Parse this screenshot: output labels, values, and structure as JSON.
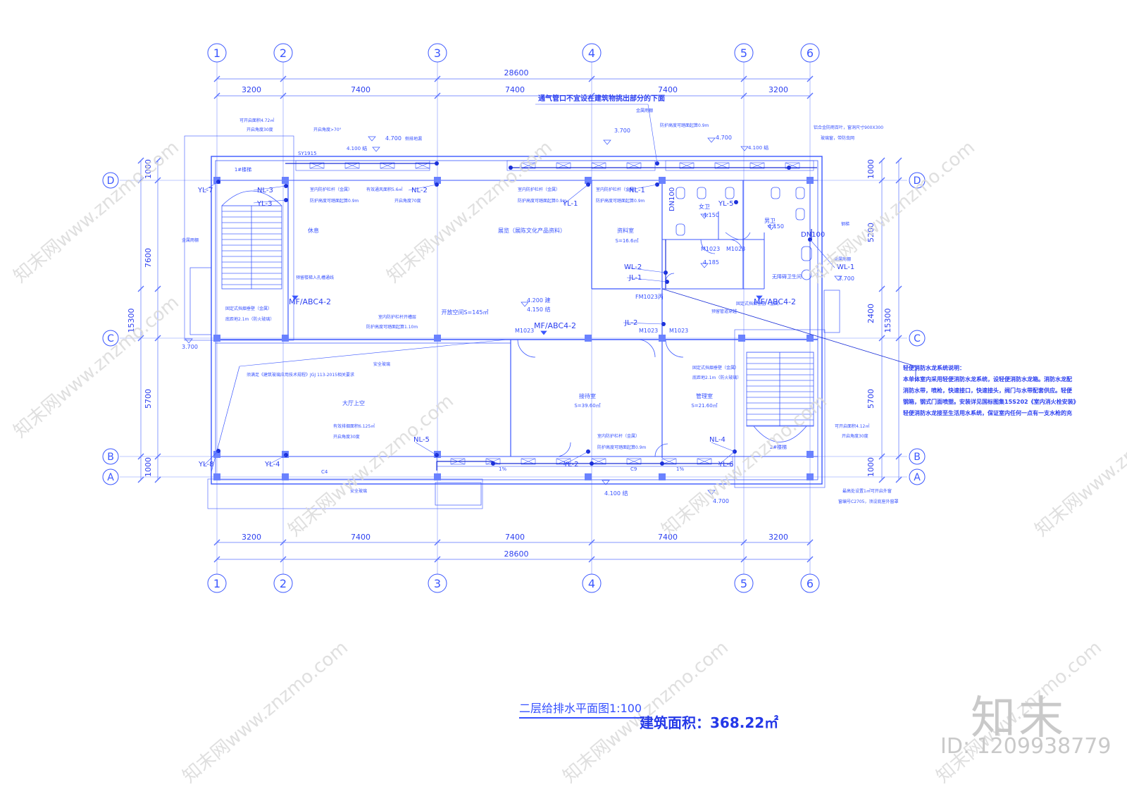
{
  "axes": {
    "columns": [
      "1",
      "2",
      "3",
      "4",
      "5",
      "6"
    ],
    "rows": [
      "D",
      "C",
      "B",
      "A"
    ]
  },
  "dimensions": {
    "total_width": "28600",
    "col_spans": [
      "3200",
      "7400",
      "7400",
      "7400",
      "3200"
    ],
    "left_spans": [
      "1000",
      "7600",
      "5700",
      "1000"
    ],
    "left_total": "15300",
    "right_spans": [
      "1000",
      "5200",
      "2400",
      "5700",
      "1000"
    ],
    "right_total": "15300"
  },
  "rooms": {
    "rest": "休息",
    "display": "展览（展陈文化产品资料）",
    "archive": "资料室",
    "archive_area": "S=16.6㎡",
    "open_space": "开放空间S=145㎡",
    "hall_above": "大厅上空",
    "reception": "接待室",
    "reception_area": "S=39.60㎡",
    "management": "管理室",
    "management_area": "S=21.60㎡",
    "female_wc": "女卫",
    "male_wc": "男卫",
    "accessible_wc": "无障碍卫生间",
    "stair1": "1#楼梯",
    "stair2": "2#楼梯"
  },
  "pipes": {
    "yl7": "YL-7",
    "nl3a": "NL-3",
    "yl3": "YL-3",
    "nl2": "NL-2",
    "yl1": "YL-1",
    "nl1": "NL-1",
    "yl5": "YL-5",
    "dn100a": "DN100",
    "dn100b": "DN100",
    "wl2": "WL-2",
    "jl1": "JL-1",
    "wl1": "WL-1",
    "jl2": "JL-2",
    "yl8": "YL-8",
    "yl4": "YL-4",
    "nl5": "NL-5",
    "yl2": "YL-2",
    "nl4": "NL-4",
    "yl6": "YL-6"
  },
  "extinguishers": {
    "mf1": "MF/ABC4-2",
    "mf2": "MF/ABC4-2",
    "mf3": "MF/ABC4-2"
  },
  "doors": {
    "m1023a": "M1023",
    "m1023b": "M1023",
    "m1023c": "M1023",
    "m1023d": "M1023",
    "m1023e": "M1023",
    "fm1023": "FM1023丙"
  },
  "elevations": {
    "e4700a": "4.700",
    "e4100a": "4.100 结",
    "e3700a": "3.700",
    "e4700b": "4.700",
    "e4100b": "4.100 结",
    "e4150a": "4.150",
    "e4150b": "4.150",
    "e4185": "4.185",
    "e4200": "4.200 建",
    "e4150c": "4.150 结",
    "e3700b": "3.700",
    "e3700c": "3.700",
    "e4100c": "4.100 结",
    "e4700c": "4.700"
  },
  "notes": {
    "vent_note": "通气管口不宜设在建筑物挑出部分的下面",
    "open_area1": "可开启面积4.72㎡",
    "open_angle1": "开启角度30度",
    "open_angle_gt70": "开启角度>70°",
    "downpipe1": "侧排地漏",
    "sy1915": "SY1915",
    "railing1": "室内防护栏杆（金属）",
    "railing1b": "防护高度可踏面起算0.9m",
    "curtain_area": "有效通风面积5.6㎡",
    "open_angle70": "开启角度70度",
    "railing2": "室内防护栏杆（金属）",
    "railing2b": "防护高度可踏面起算0.9m",
    "railing3": "室内防护栏杆（金属）",
    "railing3b": "防护高度可踏面起算0.9m",
    "metal_canopy": "金属雨棚",
    "louver": "铝合金防雨百叶，窗洞尺寸900X300",
    "louver2": "玻璃窗，带防虫网",
    "fixed_window1": "固定式挡烟垂壁（金属）",
    "fixed_window1b": "底距地2.1m（防火玻璃）",
    "reserved_stair": "预留楼梯入孔槽通线",
    "railing_open": "室内防护栏杆开槽层",
    "railing_openb": "防护高度可踏面起算1.10m",
    "fixed_window2": "固定式挡烟垂壁（金属）",
    "fixed_window2b": "底距地2.1m（防火玻璃）",
    "fixed_window3": "固定式挡烟垂壁（金属）",
    "fixed_window3b": "底距地2.1m（防火玻璃）",
    "safety_glass": "安全玻璃",
    "glass_std": "须满足《建筑玻璃应用技术规程》JGJ 113-2015相关要求",
    "smoke_area": "有效排烟面积6.125㎡",
    "smoke_angle": "开启角度30度",
    "railing4": "室内防护栏杆（金属）",
    "railing4b": "防护高度可踏面起算0.9m",
    "open_area2": "可开启面积4.12㎡",
    "open_angle2": "开启角度30度",
    "railing5": "防护高度可踏面起算0.9m",
    "steel_ladder": "钢梯",
    "metal_canopy2": "金属雨棚",
    "metal_canopy3": "金属雨棚",
    "reserved_pipe": "预留管道穿越",
    "door_seal": "最高处设置1㎡可开启外窗",
    "door_seal2": "窗编号C2705，须设底座外窗罩",
    "gas": "安全玻璃",
    "c4": "C4",
    "c9": "C9",
    "slope1": "1%",
    "slope2": "1%"
  },
  "fire_note": {
    "title": "轻便消防水龙系统说明：",
    "lines": [
      "本单体室内采用轻便消防水龙系统，设轻便消防水龙箱。消防水龙配",
      "消防水带，喷枪，快速接口，快速接头，阀门与水带配套供应。轻便",
      "钢箱，钢式门面喷塑。安装详见国标图集15S202《室内消火栓安装》",
      "轻便消防水龙接至生活用水系统，保证室内任何一点有一支水枪的充"
    ]
  },
  "title": "二层给排水平面图1:100",
  "area_label": "建筑面积：368.22㎡",
  "watermark": {
    "text": "知末网www.znzmo.com",
    "logo": "知末",
    "id": "ID: 1209938779"
  },
  "colors": {
    "line": "#3b57ff",
    "text": "#2b3ff0",
    "pipe": "#1a2fd8"
  }
}
